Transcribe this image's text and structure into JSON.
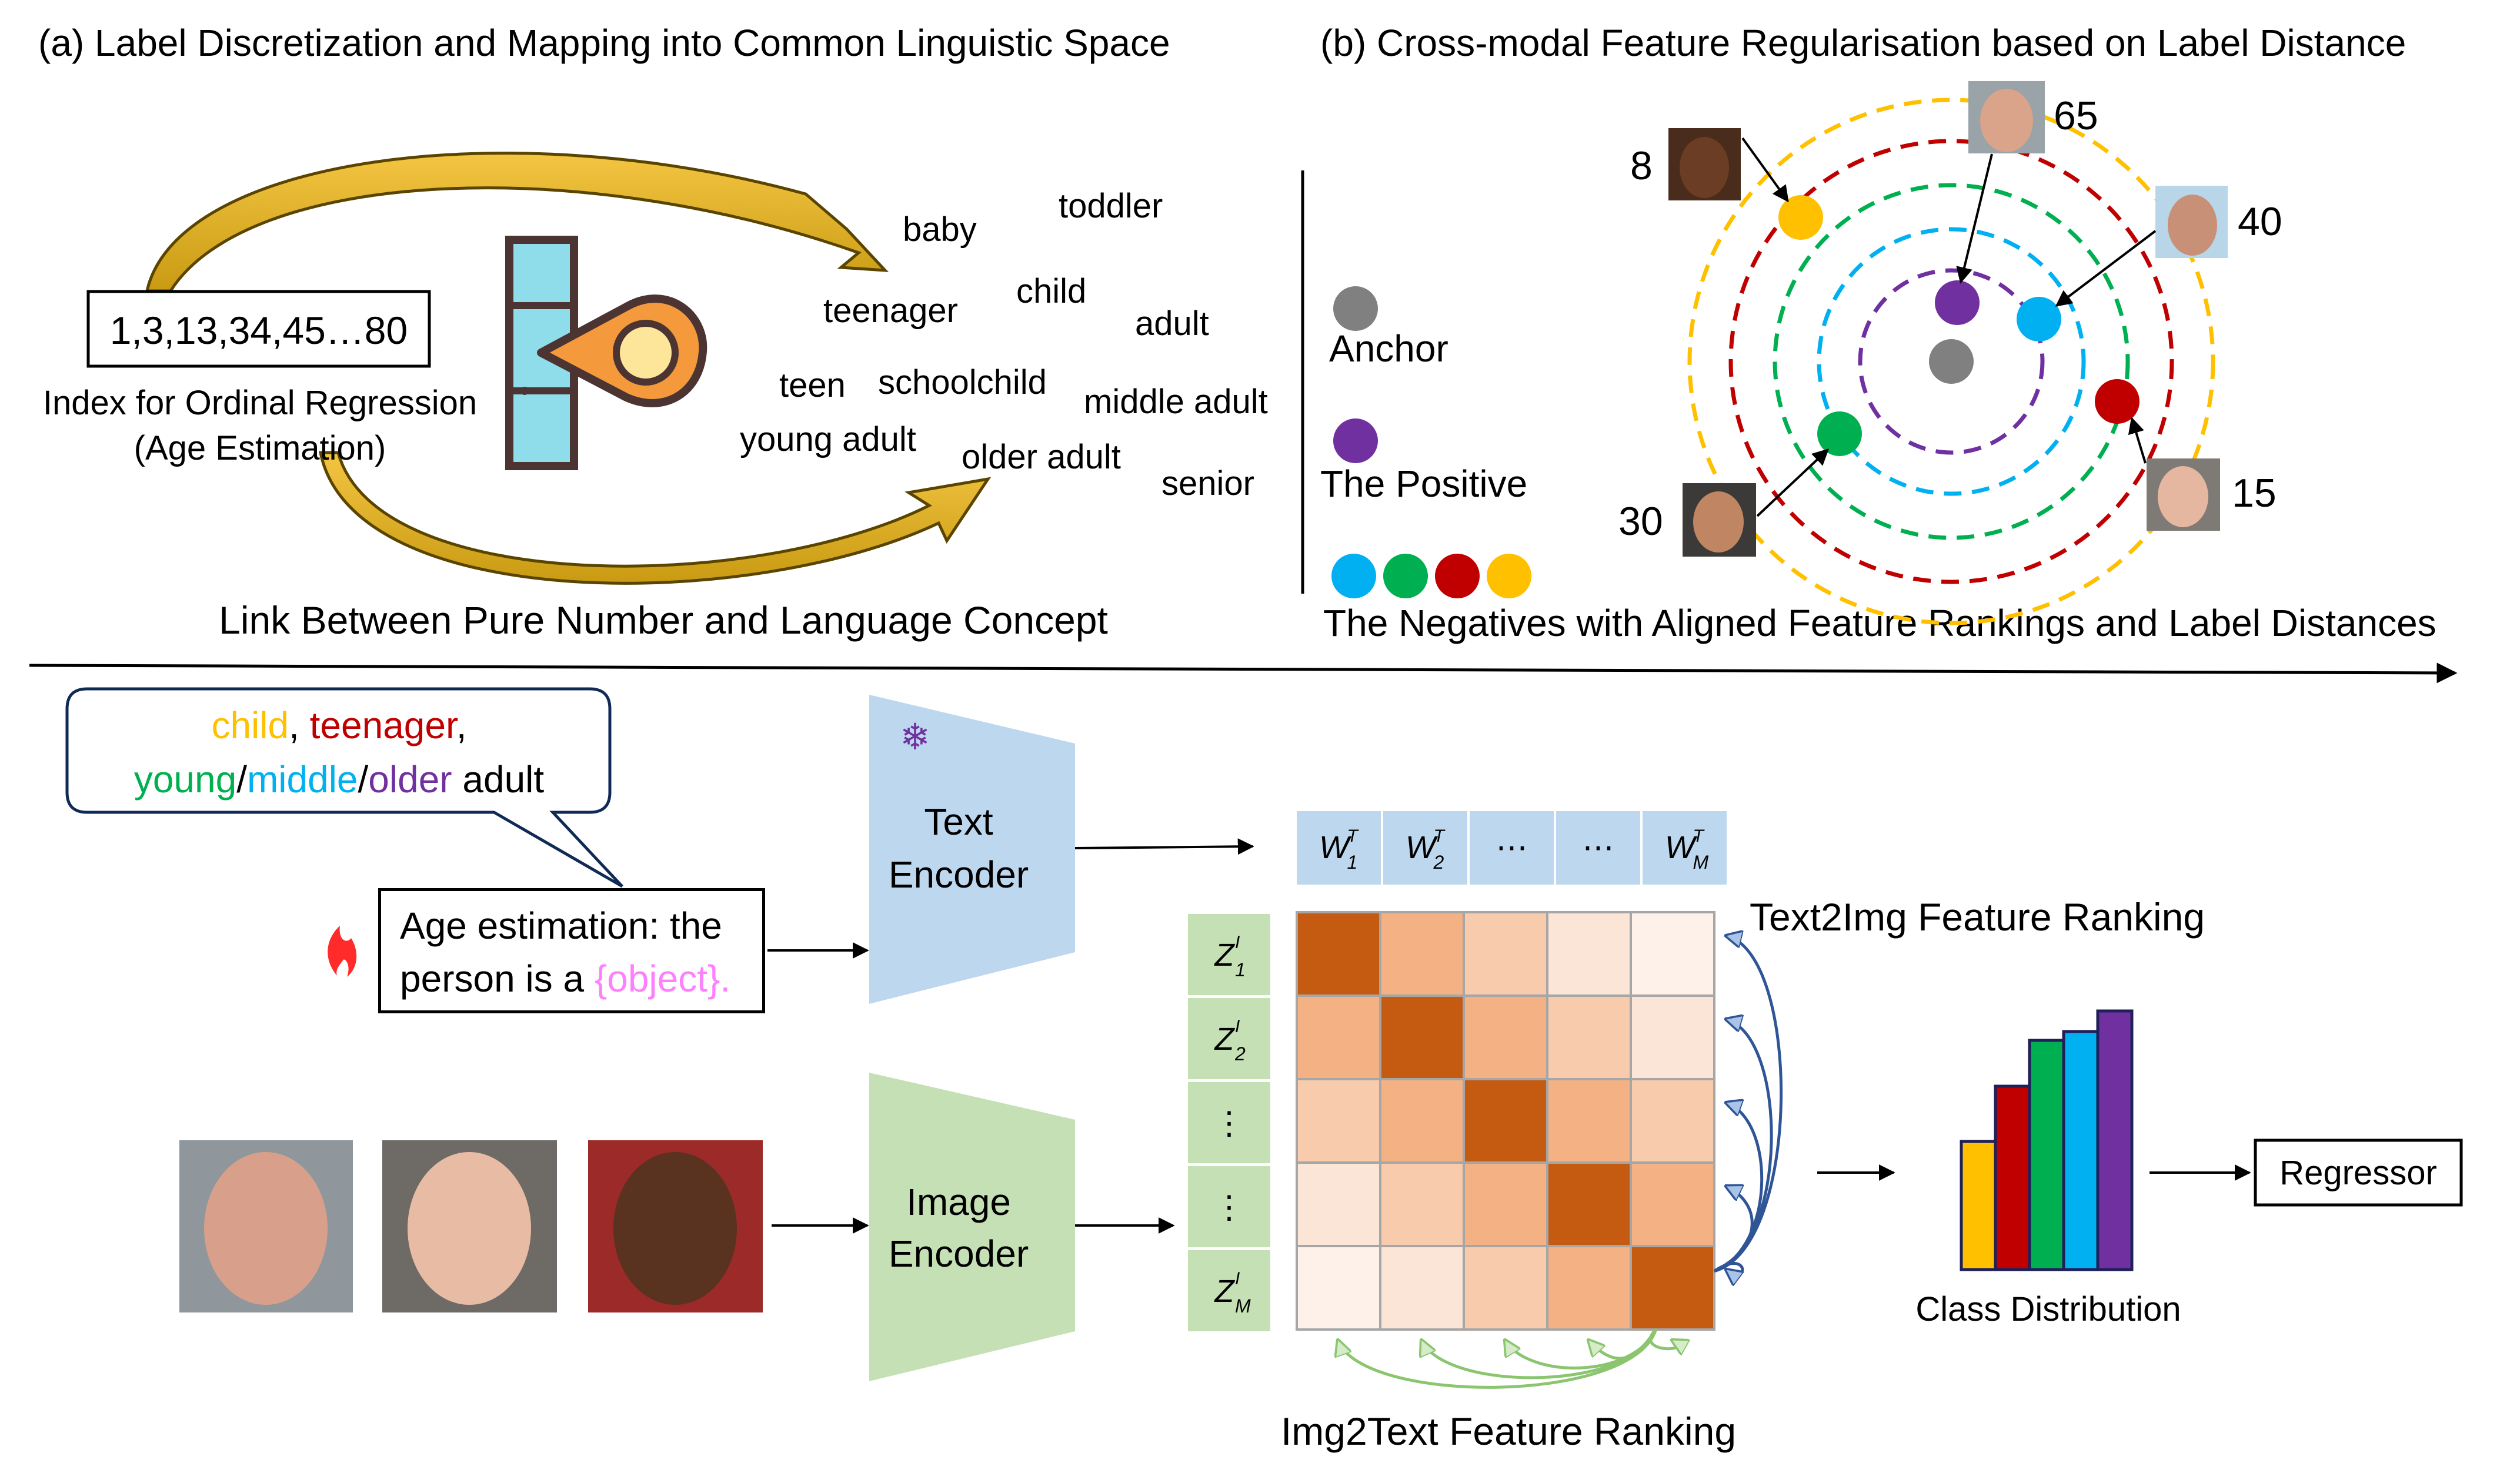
{
  "panel_a": {
    "title": "(a) Label Discretization and Mapping into Common Linguistic Space",
    "index_box": "1,3,13,34,45…80",
    "index_caption_1": "Index for Ordinal Regression",
    "index_caption_2": "(Age Estimation)",
    "link_caption": "Link Between Pure Number and Language Concept",
    "words": [
      "baby",
      "toddler",
      "teenager",
      "child",
      "adult",
      "teen",
      "schoolchild",
      "middle adult",
      "young adult",
      "older adult",
      "senior"
    ]
  },
  "panel_b": {
    "title": "(b) Cross-modal Feature Regularisation based on Label Distance",
    "legend_anchor": "Anchor",
    "legend_positive": "The Positive",
    "legend_negatives": "The Negatives with Aligned Feature Rankings and Label Distances",
    "ages": [
      "8",
      "65",
      "40",
      "30",
      "15"
    ],
    "colors": {
      "anchor": "#808080",
      "positive": "#7030a0",
      "blue": "#00b0f0",
      "green": "#00b050",
      "red": "#c00000",
      "yellow": "#ffc000"
    }
  },
  "bottom": {
    "bubble_words": {
      "child": "child",
      "comma1": ", ",
      "teenager": "teenager",
      "comma2": ",",
      "young": "young",
      "slash1": "/",
      "middle": "middle",
      "slash2": "/",
      "older": "older",
      "adult": " adult"
    },
    "prompt_line1": "Age estimation: the",
    "prompt_line2": "person is a ",
    "prompt_object": "{object}.",
    "text_encoder_1": "Text",
    "text_encoder_2": "Encoder",
    "image_encoder_1": "Image",
    "image_encoder_2": "Encoder",
    "text_features": [
      "W",
      "W",
      "⋯",
      "⋯",
      "W"
    ],
    "text_feature_subs": [
      "1",
      "2",
      "",
      "",
      "M"
    ],
    "image_features": [
      "Z",
      "Z",
      "⋮",
      "⋮",
      "Z"
    ],
    "image_feature_subs": [
      "1",
      "2",
      "",
      "",
      "M"
    ],
    "text2img_label": "Text2Img Feature Ranking",
    "img2text_label": "Img2Text Feature Ranking",
    "class_distribution_label": "Class Distribution",
    "regressor_label": "Regressor",
    "icons": [
      "snowflake-icon",
      "flame-icon"
    ]
  }
}
